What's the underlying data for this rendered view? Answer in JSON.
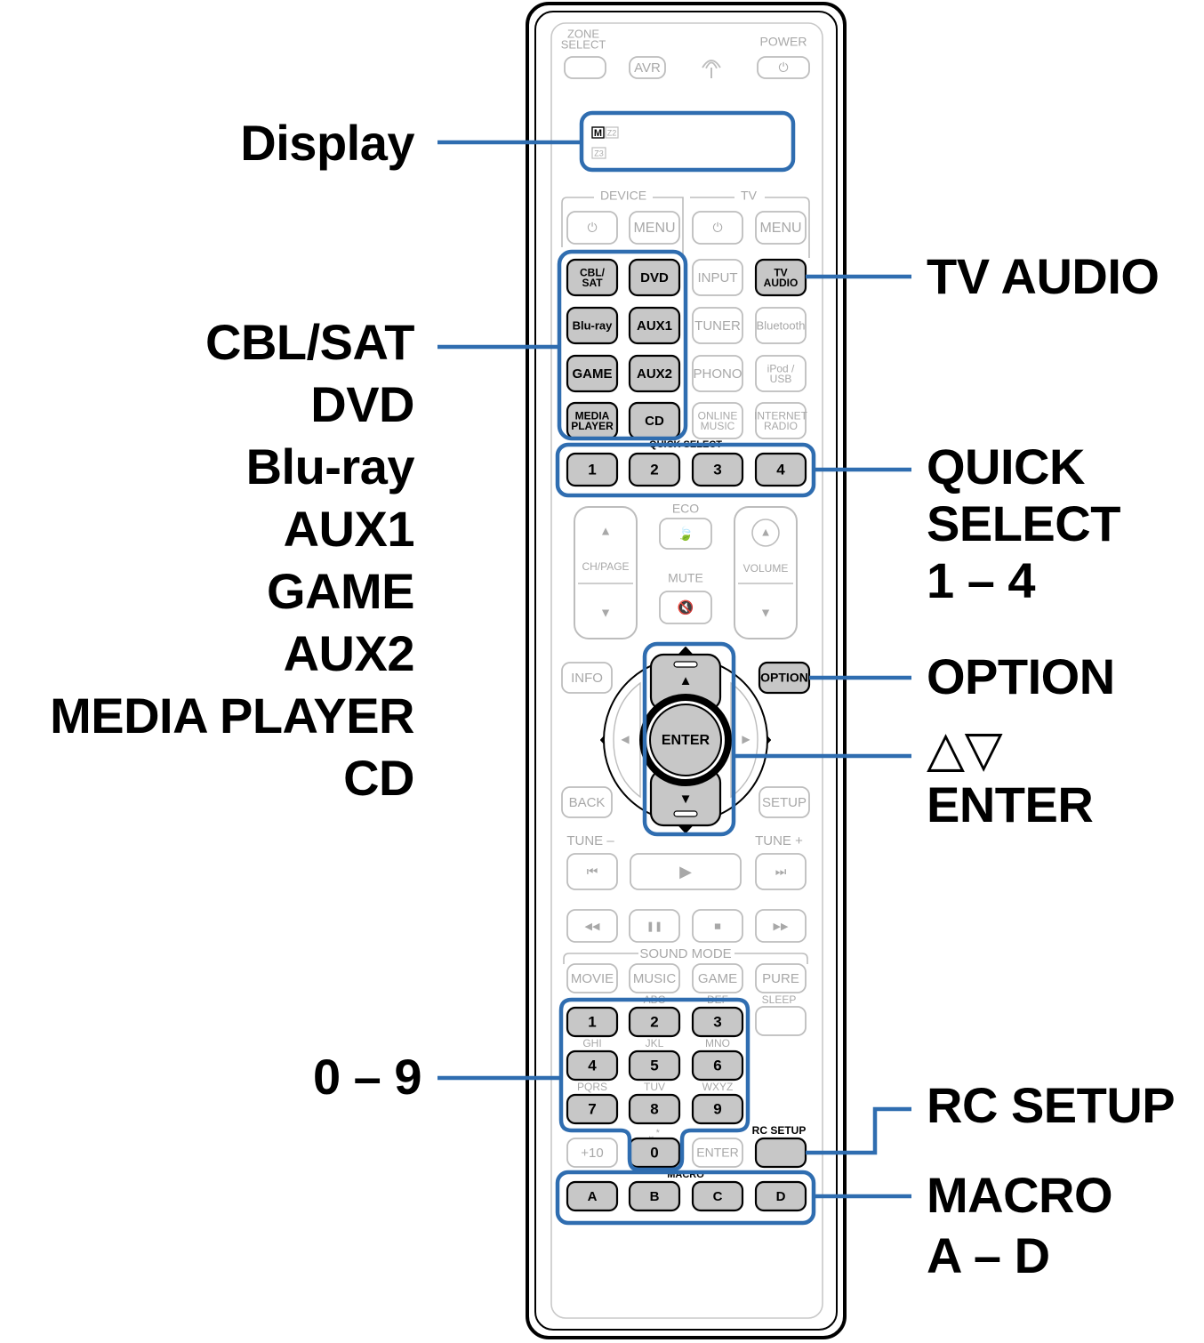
{
  "remote": {
    "top": {
      "zone_select": "ZONE\nSELECT",
      "avr": "AVR",
      "power": "POWER"
    },
    "display": {
      "main_zone": "M",
      "zone2": "Z2",
      "zone3": "Z3"
    },
    "device_group_label": "DEVICE",
    "tv_group_label": "TV",
    "menu": "MENU",
    "source_buttons": [
      {
        "label": "CBL/\nSAT",
        "col": 0,
        "row": 0
      },
      {
        "label": "DVD",
        "col": 1,
        "row": 0
      },
      {
        "label": "INPUT",
        "col": 2,
        "row": 0
      },
      {
        "label": "TV\nAUDIO",
        "col": 3,
        "row": 0
      },
      {
        "label": "Blu-ray",
        "col": 0,
        "row": 1
      },
      {
        "label": "AUX1",
        "col": 1,
        "row": 1
      },
      {
        "label": "TUNER",
        "col": 2,
        "row": 1
      },
      {
        "label": "Bluetooth",
        "col": 3,
        "row": 1
      },
      {
        "label": "GAME",
        "col": 0,
        "row": 2
      },
      {
        "label": "AUX2",
        "col": 1,
        "row": 2
      },
      {
        "label": "PHONO",
        "col": 2,
        "row": 2
      },
      {
        "label": "iPod /\nUSB",
        "col": 3,
        "row": 2
      },
      {
        "label": "MEDIA\nPLAYER",
        "col": 0,
        "row": 3
      },
      {
        "label": "CD",
        "col": 1,
        "row": 3
      },
      {
        "label": "ONLINE\nMUSIC",
        "col": 2,
        "row": 3
      },
      {
        "label": "INTERNET\nRADIO",
        "col": 3,
        "row": 3
      }
    ],
    "quick_select_label": "QUICK SELECT",
    "quick_select": [
      "1",
      "2",
      "3",
      "4"
    ],
    "eco": "ECO",
    "ch_page": "CH/PAGE",
    "volume": "VOLUME",
    "mute": "MUTE",
    "info": "INFO",
    "option": "OPTION",
    "enter": "ENTER",
    "back": "BACK",
    "setup": "SETUP",
    "tune_minus": "TUNE –",
    "tune_plus": "TUNE +",
    "sound_mode_label": "SOUND MODE",
    "sound_modes": [
      "MOVIE",
      "MUSIC",
      "GAME",
      "PURE"
    ],
    "sleep": "SLEEP",
    "numpad": [
      {
        "digit": "1",
        "sub": "",
        "col": 0,
        "row": 0
      },
      {
        "digit": "2",
        "sub": "ABC",
        "col": 1,
        "row": 0
      },
      {
        "digit": "3",
        "sub": "DEF",
        "col": 2,
        "row": 0
      },
      {
        "digit": "4",
        "sub": "GHI",
        "col": 0,
        "row": 1
      },
      {
        "digit": "5",
        "sub": "JKL",
        "col": 1,
        "row": 1
      },
      {
        "digit": "6",
        "sub": "MNO",
        "col": 2,
        "row": 1
      },
      {
        "digit": "7",
        "sub": "PQRS",
        "col": 0,
        "row": 2
      },
      {
        "digit": "8",
        "sub": "TUV",
        "col": 1,
        "row": 2
      },
      {
        "digit": "9",
        "sub": "WXYZ",
        "col": 2,
        "row": 2
      }
    ],
    "plus10": "+10",
    "zero": "0",
    "numpad_enter": "ENTER",
    "rc_setup": "RC SETUP",
    "macro_label": "MACRO",
    "macro": [
      "A",
      "B",
      "C",
      "D"
    ]
  },
  "callouts": {
    "display": "Display",
    "sources": [
      "CBL/SAT",
      "DVD",
      "Blu-ray",
      "AUX1",
      "GAME",
      "AUX2",
      "MEDIA PLAYER",
      "CD"
    ],
    "tv_audio": "TV AUDIO",
    "quick_select": [
      "QUICK",
      "SELECT",
      "1 – 4"
    ],
    "option": "OPTION",
    "cursor_glyphs": "△▽",
    "enter": "ENTER",
    "digits": "0 – 9",
    "rc_setup": "RC SETUP",
    "macro": [
      "MACRO",
      "A – D"
    ]
  },
  "colors": {
    "callout_line": "#2f6db0",
    "active_button": "#c7c7c7",
    "inactive_outline": "#bdbdbd",
    "inactive_text": "#a8a8a8",
    "body_outline": "#000000"
  }
}
